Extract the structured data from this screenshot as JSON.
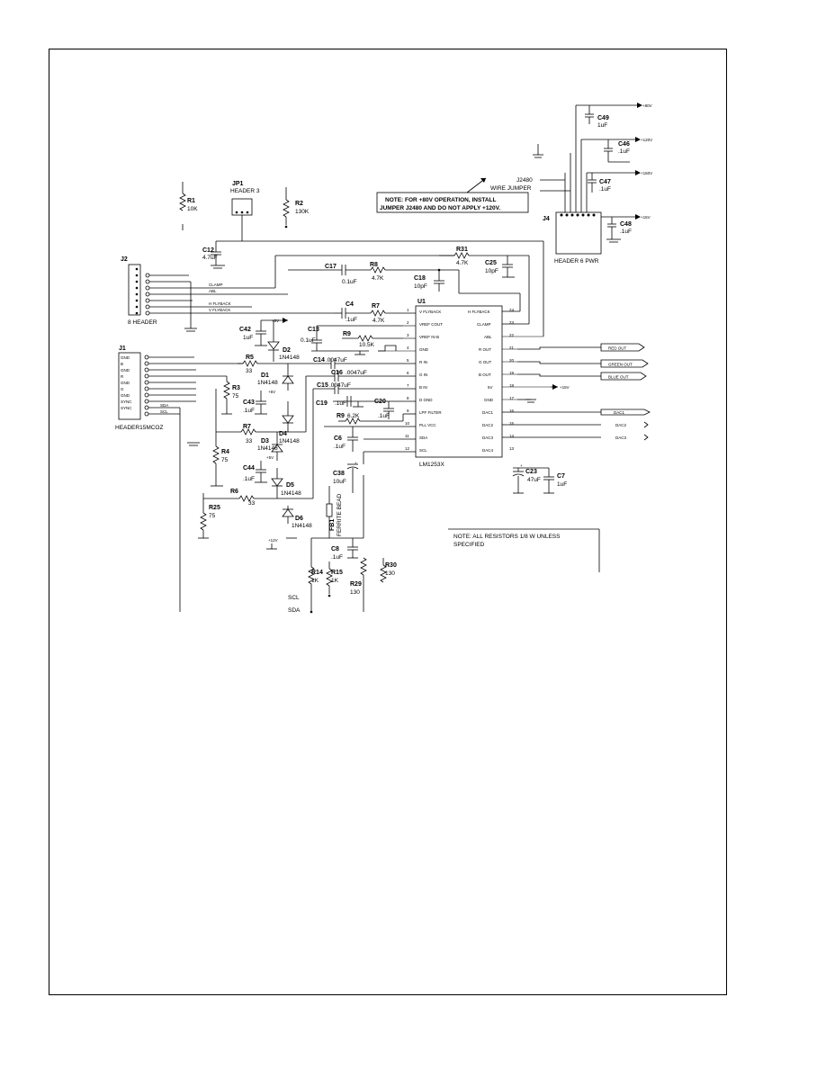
{
  "labels": {
    "R1": "R1",
    "R1v": "10K",
    "JP1": "JP1",
    "JP1v": "HEADER 3",
    "R2": "R2",
    "R2v": "130K",
    "J2": "J2",
    "J2v": "8 HEADER",
    "C12": "C12",
    "C12v": "4.7uF",
    "C17": "C17",
    "C17v": "0.1uF",
    "R8": "R8",
    "R8v": "4.7K",
    "R31": "R31",
    "R31v": "4.7K",
    "C25": "C25",
    "C25v": "10pF",
    "C18": "C18",
    "C18v": "10pF",
    "C4": "C4",
    "C4v": ".1uF",
    "R7t": "R7",
    "R7tv": "4.7K",
    "U1": "U1",
    "U1v": "LM1253X",
    "C42": "C42",
    "C42v": "1uF",
    "p5v": "+5V",
    "D2": "D2",
    "D2v": "1N4148",
    "C13": "C13",
    "C13v": "0.1uF",
    "R9": "R9",
    "R9v": "10.5K",
    "R5": "R5",
    "R5v": "33",
    "C14": "C14",
    "C14v": ".0047uF",
    "C16": "C16",
    "C16v": ".0047uF",
    "C15": "C15",
    "C15v": ".0047uF",
    "D1": "D1",
    "D1v": "1N4148",
    "R3": "R3",
    "R3v": "75",
    "C43": "C43",
    "C43v": ".1uF",
    "D4": "D4",
    "D4v": "1N4148",
    "C19": "C19",
    "C19v": ".1uF",
    "C20": "C20",
    "C20v": ".1uF",
    "R9b": "R9",
    "R9bv": "6.2K",
    "R7": "R7",
    "R7v": "33",
    "D3": "D3",
    "D3v": "1N4148",
    "R4": "R4",
    "R4v": "75",
    "C44": "C44",
    "C44v": ".1uF",
    "D5": "D5",
    "D5v": "1N4148",
    "R6": "R6",
    "R6v": "33",
    "C6": "C6",
    "C6v": ".1uF",
    "C38": "C38",
    "C38v": "10uF",
    "R25": "R25",
    "R25v": "75",
    "D6": "D6",
    "D6v": "1N4148",
    "FB1": "FB1",
    "FB1v": "FERRITE BEAD",
    "C8": "C8",
    "C8v": ".1uF",
    "R14": "R14",
    "R14v": "1K",
    "R15": "R15",
    "R15v": "1K",
    "R29": "R29",
    "R29v": "130",
    "R30": "R30",
    "R30v": "130",
    "J1": "J1",
    "J1v": "HEADER15MCOZ",
    "C49": "C49",
    "C49v": "1uF",
    "C46": "C46",
    "C46v": ".1uF",
    "C47": "C47",
    "C47v": ".1uF",
    "C48": "C48",
    "C48v": ".1uF",
    "J4": "J4",
    "J4v": "HEADER 6 PWR",
    "J2480": "J2480",
    "J2480v": "WIRE JUMPER",
    "C23": "C23",
    "C23v": "47uF",
    "C7": "C7",
    "C7v": "1uF",
    "sda": "SDA",
    "scl": "SCL",
    "p12v": "+12V",
    "p80v": "+80V",
    "p120v": "+120V",
    "p150v": "+150V",
    "p15v": "+15V"
  },
  "u1_pins_left": [
    {
      "num": "1",
      "name": "V FLYBACK"
    },
    {
      "num": "2",
      "name": "VREF COUT"
    },
    {
      "num": "3",
      "name": "VREF IN B"
    },
    {
      "num": "4",
      "name": "GND"
    },
    {
      "num": "5",
      "name": "R IN"
    },
    {
      "num": "6",
      "name": "G IN"
    },
    {
      "num": "7",
      "name": "B IN"
    },
    {
      "num": "8",
      "name": "D GND"
    },
    {
      "num": "9",
      "name": "LPF FILTER"
    },
    {
      "num": "10",
      "name": "PLL VCC"
    },
    {
      "num": "11",
      "name": "SDA"
    },
    {
      "num": "12",
      "name": "SCL"
    }
  ],
  "u1_pins_right": [
    {
      "num": "24",
      "name": "H FLYBACK"
    },
    {
      "num": "23",
      "name": "CLAMP"
    },
    {
      "num": "22",
      "name": "ABL"
    },
    {
      "num": "21",
      "name": "R OUT"
    },
    {
      "num": "20",
      "name": "G OUT"
    },
    {
      "num": "19",
      "name": "B OUT"
    },
    {
      "num": "18",
      "name": "5V"
    },
    {
      "num": "17",
      "name": "GND"
    },
    {
      "num": "16",
      "name": "DAC1"
    },
    {
      "num": "15",
      "name": "DAC2"
    },
    {
      "num": "14",
      "name": "DAC3"
    },
    {
      "num": "13",
      "name": "DAC4"
    }
  ],
  "j2_signals": [
    "CLAMP",
    "ABL",
    "H FLYBACK",
    "V FLYBACK"
  ],
  "j1_pins": [
    "GND",
    "B",
    "GND",
    "R",
    "GND",
    "G",
    "GND",
    "SYNC",
    "SYNC"
  ],
  "j1_signals": [
    "SDA",
    "SCL"
  ],
  "outputs": [
    "RED OUT",
    "GREEN OUT",
    "BLUE OUT",
    "DAC1",
    "DAC2",
    "DAC3"
  ],
  "notes": {
    "jumper": "NOTE: FOR +80V OPERATION, INSTALL JUMPER J2480 AND DO NOT APPLY +120V.",
    "jumper_line1": "NOTE: FOR +80V OPERATION, INSTALL",
    "jumper_line2": "JUMPER J2480 AND DO NOT APPLY +120V.",
    "resistors_line1": "NOTE: ALL RESISTORS 1/8 W UNLESS",
    "resistors_line2": "SPECIFIED"
  }
}
